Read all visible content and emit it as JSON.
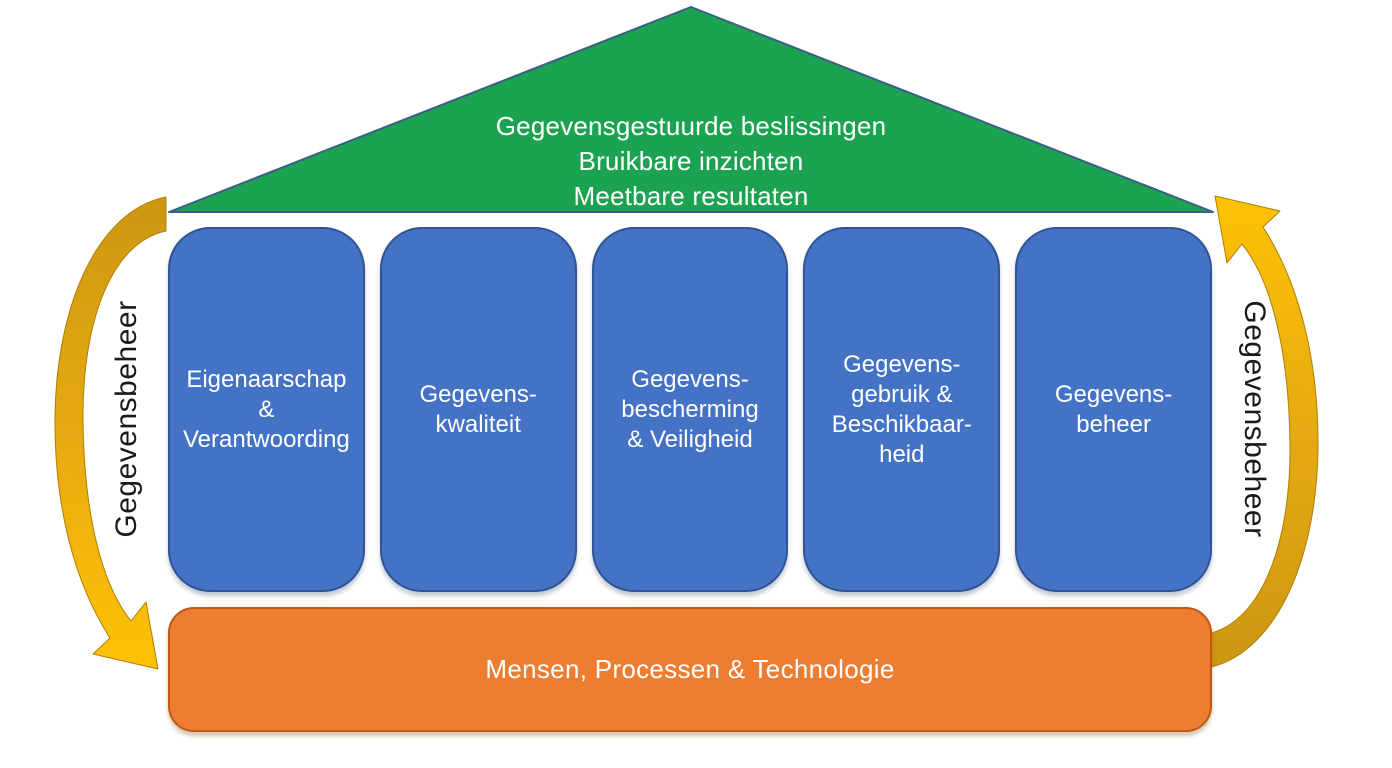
{
  "diagram": {
    "roof": {
      "lines": [
        "Gegevensgestuurde beslissingen",
        "Bruikbare inzichten",
        "Meetbare resultaten"
      ]
    },
    "pillars": [
      {
        "name": "eigenaarschap-verantwoording",
        "lines": [
          "Eigenaarschap",
          "&",
          "Verantwoording"
        ]
      },
      {
        "name": "gegevenskwaliteit",
        "lines": [
          "Gegevens-",
          "kwaliteit"
        ]
      },
      {
        "name": "gegevensbescherming-veiligheid",
        "lines": [
          "Gegevens-",
          "bescherming",
          "& Veiligheid"
        ]
      },
      {
        "name": "gegevensgebruik-beschikbaarheid",
        "lines": [
          "Gegevens-",
          "gebruik &",
          "Beschikbaar-",
          "heid"
        ]
      },
      {
        "name": "gegevensbeheer",
        "lines": [
          "Gegevens-",
          "beheer"
        ]
      }
    ],
    "base": {
      "label": "Mensen, Processen & Technologie"
    },
    "side_labels": {
      "left": "Gegevensbeheer",
      "right": "Gegevensbeheer"
    }
  },
  "colors": {
    "roof_green": "#1CA351",
    "roof_border": "#3A5F85",
    "pillar_blue": "#4472C4",
    "pillar_border": "#2F5597",
    "base_orange": "#ED7D31",
    "base_border": "#C3580F",
    "arrow_gold_dark": "#CE9712",
    "arrow_gold_mid": "#E8AC12",
    "arrow_gold_bright": "#FFC103",
    "text_on_shapes": "#FFFFFF",
    "side_label_text": "#1A1A1A"
  }
}
